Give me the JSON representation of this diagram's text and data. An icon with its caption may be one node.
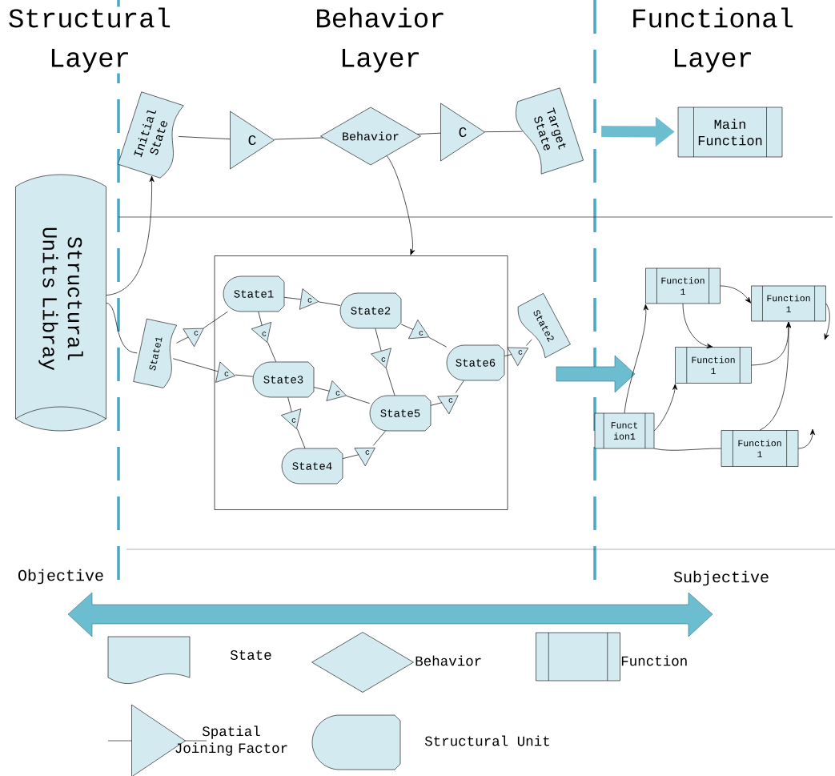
{
  "diagram": {
    "nodes": [
      {
        "text": [
          "Structural Units Libray"
        ]
      },
      {
        "text": [
          "Initial State"
        ]
      },
      {
        "text": [
          "C"
        ]
      },
      {
        "text": [
          "Behavior"
        ]
      },
      {
        "text": [
          "C"
        ]
      },
      {
        "text": [
          "Target State"
        ]
      },
      {
        "text": [
          "Main Function"
        ]
      },
      {
        "text": [],
        "shape": "box"
      },
      {
        "text": [
          "State1"
        ]
      },
      {
        "text": [
          "c"
        ]
      },
      {
        "text": [
          "c"
        ],
        "in": 7
      },
      {
        "text": [
          "State1"
        ],
        "in": 7
      },
      {
        "text": [
          "c"
        ],
        "in": 7
      },
      {
        "text": [
          "c"
        ],
        "in": 7
      },
      {
        "text": [
          "State2"
        ],
        "in": 7
      },
      {
        "text": [
          "c"
        ],
        "in": 7
      },
      {
        "text": [
          "c"
        ],
        "in": 7
      },
      {
        "text": [
          "State3"
        ],
        "in": 7
      },
      {
        "text": [
          "c"
        ],
        "in": 7
      },
      {
        "text": [
          "c"
        ],
        "in": 7
      },
      {
        "text": [
          "State5"
        ],
        "in": 7
      },
      {
        "text": [
          "c"
        ],
        "in": 7
      },
      {
        "text": [
          "State6"
        ],
        "in": 7
      },
      {
        "text": [
          "c"
        ],
        "in": 7
      },
      {
        "text": [
          "State4"
        ],
        "in": 7
      },
      {
        "text": [
          "c"
        ]
      },
      {
        "text": [
          "State2"
        ]
      },
      {
        "text": [
          "Function 1"
        ]
      },
      {
        "text": [
          "Function 1"
        ]
      },
      {
        "text": [
          "Function 1"
        ]
      },
      {
        "text": [
          "Funct ion1"
        ]
      },
      {
        "text": [
          "Function 1"
        ]
      }
    ],
    "edges": [
      {
        "from": 0,
        "to": 1,
        "arrow": "to"
      },
      {
        "from": 0,
        "to": 8,
        "arrow": "none"
      },
      {
        "from": 1,
        "to": 2,
        "arrow": "none"
      },
      {
        "from": 2,
        "to": 3,
        "arrow": "none"
      },
      {
        "from": 3,
        "to": 4,
        "arrow": "none"
      },
      {
        "from": 4,
        "to": 5,
        "arrow": "none"
      },
      {
        "from": 5,
        "to": 6,
        "arrow": "to",
        "style": "thick",
        "color": "#6dbdd0"
      },
      {
        "from": 3,
        "to": 7,
        "arrow": "to"
      },
      {
        "from": 8,
        "to": 9,
        "arrow": "none"
      },
      {
        "from": 9,
        "to": 11,
        "arrow": "none"
      },
      {
        "from": 8,
        "to": 10,
        "arrow": "none"
      },
      {
        "from": 10,
        "to": 17,
        "arrow": "none"
      },
      {
        "from": 11,
        "to": 12,
        "arrow": "none"
      },
      {
        "from": 12,
        "to": 14,
        "arrow": "none"
      },
      {
        "from": 11,
        "to": 13,
        "arrow": "none"
      },
      {
        "from": 13,
        "to": 17,
        "arrow": "none"
      },
      {
        "from": 14,
        "to": 15,
        "arrow": "none"
      },
      {
        "from": 15,
        "to": 22,
        "arrow": "none"
      },
      {
        "from": 14,
        "to": 16,
        "arrow": "none"
      },
      {
        "from": 16,
        "to": 20,
        "arrow": "none"
      },
      {
        "from": 17,
        "to": 18,
        "arrow": "none"
      },
      {
        "from": 18,
        "to": 20,
        "arrow": "none"
      },
      {
        "from": 17,
        "to": 19,
        "arrow": "none"
      },
      {
        "from": 19,
        "to": 24,
        "arrow": "none"
      },
      {
        "from": 24,
        "to": 23,
        "arrow": "none"
      },
      {
        "from": 23,
        "to": 20,
        "arrow": "none"
      },
      {
        "from": 20,
        "to": 21,
        "arrow": "none"
      },
      {
        "from": 21,
        "to": 22,
        "arrow": "none"
      },
      {
        "from": 22,
        "to": 25,
        "arrow": "none"
      },
      {
        "from": 25,
        "to": 26,
        "arrow": "none"
      },
      {
        "from": 30,
        "to": 27,
        "arrow": "to"
      },
      {
        "from": 30,
        "to": 29,
        "arrow": "to"
      },
      {
        "from": 30,
        "to": 31,
        "arrow": "none"
      },
      {
        "from": 31,
        "to": 28,
        "arrow": "to"
      },
      {
        "from": 29,
        "to": 28,
        "arrow": "to"
      },
      {
        "from": 27,
        "to": 28,
        "arrow": "to"
      },
      {
        "from": 27,
        "to": 29,
        "arrow": "to"
      },
      {
        "from": 28,
        "to": null,
        "arrow": "to"
      },
      {
        "from": 31,
        "to": null,
        "arrow": "to"
      }
    ],
    "labels": [
      "Structural Layer",
      "Behavior Layer",
      "Functional Layer",
      "Objective",
      "Subjective"
    ],
    "legend": [
      {
        "text": "State"
      },
      {
        "text": "Behavior"
      },
      {
        "text": "Function"
      },
      {
        "text": "Spatial Joining Factor"
      },
      {
        "text": "Structural Unit"
      }
    ]
  }
}
